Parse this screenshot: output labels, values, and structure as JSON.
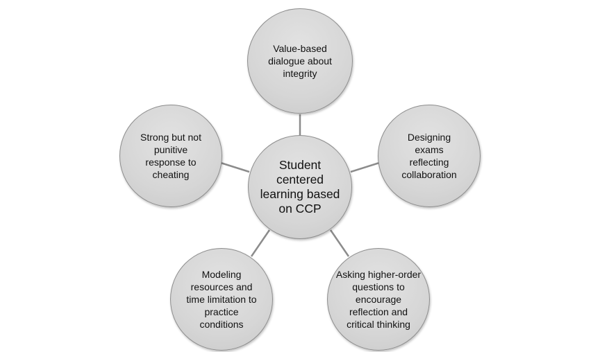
{
  "center": {
    "label": "Student centered learning based on CCP"
  },
  "nodes": [
    {
      "label": "Value-based dialogue about integrity"
    },
    {
      "label": "Designing exams reflecting collaboration"
    },
    {
      "label": "Asking higher-order questions to encourage reflection and critical thinking"
    },
    {
      "label": "Modeling resources and time limitation to practice conditions"
    },
    {
      "label": "Strong but not punitive response to cheating"
    }
  ],
  "colors": {
    "fill": "#d9d9d9",
    "stroke": "#8c8c8c",
    "connector": "#8c8c8c"
  }
}
